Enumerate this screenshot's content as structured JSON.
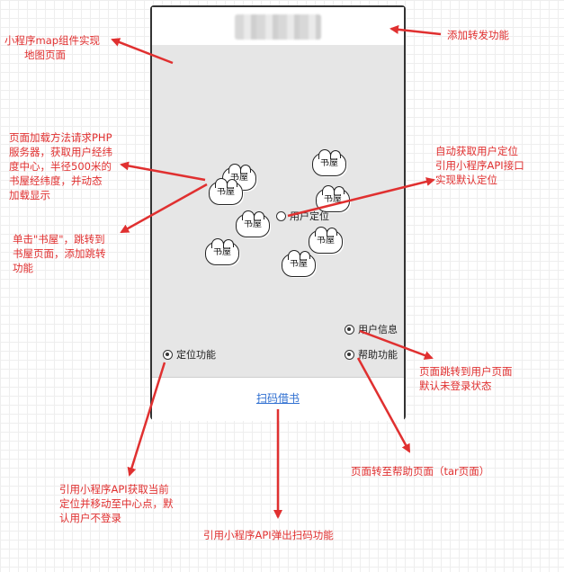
{
  "phone": {
    "bottom_link": "扫码借书"
  },
  "map": {
    "bookstore_label": "书屋",
    "user_location_label": "用户定位",
    "locate_label": "定位功能",
    "user_info_label": "用户信息",
    "help_label": "帮助功能"
  },
  "notes": {
    "map_component": [
      "小程序map组件实现",
      "地图页面"
    ],
    "share": "添加转发功能",
    "load_php": [
      "页面加载方法请求PHP",
      "服务器，获取用户经纬",
      "度中心，半径500米的",
      "书屋经纬度，并动态",
      "加载显示"
    ],
    "auto_locate": [
      "自动获取用户定位",
      "引用小程序API接口",
      "实现默认定位"
    ],
    "click_bookstore": [
      "单击\"书屋\"，跳转到",
      "书屋页面，添加跳转",
      "功能"
    ],
    "user_page": [
      "页面跳转到用户页面",
      "默认未登录状态"
    ],
    "help_page": "页面转至帮助页面（tar页面）",
    "locate_api": [
      "引用小程序API获取当前",
      "定位并移动至中心点，默",
      "认用户不登录"
    ],
    "scan_api": "引用小程序API弹出扫码功能"
  },
  "colors": {
    "annotation": "#e03030",
    "map_background": "#e6e6e6",
    "link": "#2f6fd1"
  }
}
